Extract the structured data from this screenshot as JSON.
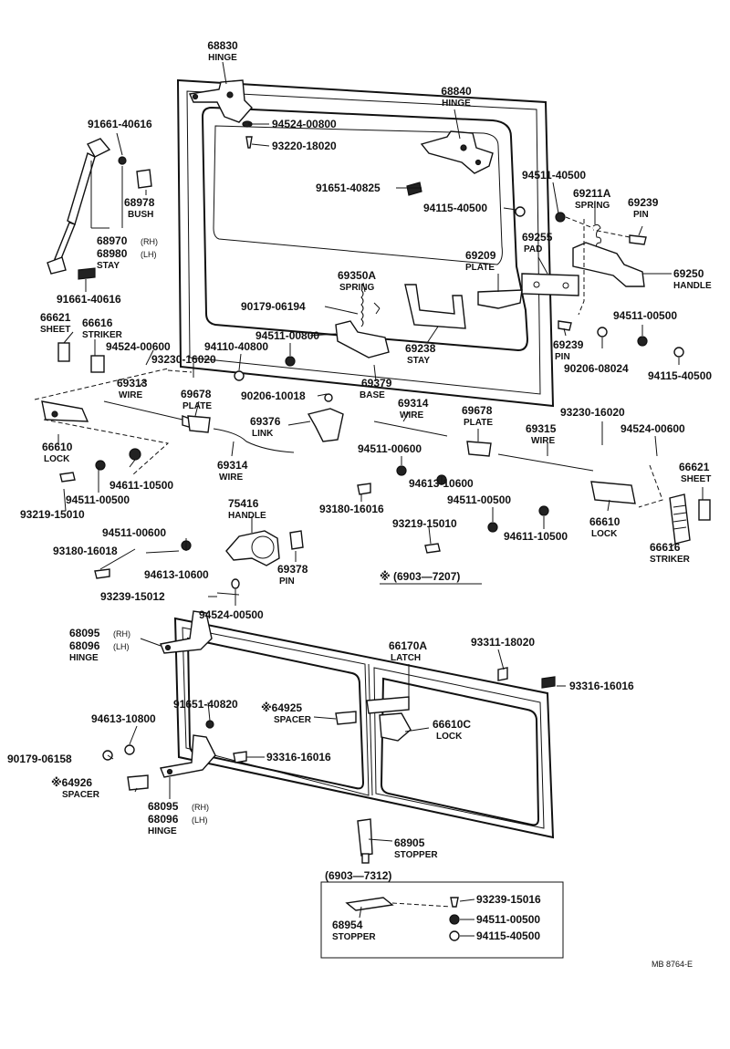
{
  "callouts": [
    {
      "id": "c1",
      "lines": [
        "68830",
        "HINGE"
      ]
    },
    {
      "id": "c2",
      "lines": [
        "68840",
        "HINGE"
      ]
    },
    {
      "id": "c3",
      "lines": [
        "91661-40616"
      ]
    },
    {
      "id": "c4",
      "lines": [
        "94524-00800"
      ]
    },
    {
      "id": "c5",
      "lines": [
        "93220-18020"
      ]
    },
    {
      "id": "c6",
      "lines": [
        "94511-40500"
      ]
    },
    {
      "id": "c7",
      "lines": [
        "91651-40825"
      ]
    },
    {
      "id": "c8",
      "lines": [
        "94115-40500"
      ]
    },
    {
      "id": "c9",
      "lines": [
        "69211A",
        "SPRING"
      ]
    },
    {
      "id": "c10",
      "lines": [
        "69239",
        "PIN"
      ]
    },
    {
      "id": "c11",
      "lines": [
        "68978",
        "BUSH"
      ]
    },
    {
      "id": "c12",
      "lines": [
        "68970",
        "68980",
        "STAY"
      ],
      "subs": [
        "(RH)",
        "(LH)"
      ]
    },
    {
      "id": "c13",
      "lines": [
        "69255",
        "PAD"
      ]
    },
    {
      "id": "c14",
      "lines": [
        "69209",
        "PLATE"
      ]
    },
    {
      "id": "c15",
      "lines": [
        "69250",
        "HANDLE"
      ]
    },
    {
      "id": "c16",
      "lines": [
        "69350A",
        "SPRING"
      ]
    },
    {
      "id": "c17",
      "lines": [
        "91661-40616"
      ]
    },
    {
      "id": "c18",
      "lines": [
        "90179-06194"
      ]
    },
    {
      "id": "c19",
      "lines": [
        "66621",
        "SHEET"
      ]
    },
    {
      "id": "c20",
      "lines": [
        "66616",
        "STRIKER"
      ]
    },
    {
      "id": "c21",
      "lines": [
        "94524-00600"
      ]
    },
    {
      "id": "c22",
      "lines": [
        "93230-16020"
      ]
    },
    {
      "id": "c23",
      "lines": [
        "94511-00800"
      ]
    },
    {
      "id": "c24",
      "lines": [
        "94110-40800"
      ]
    },
    {
      "id": "c25",
      "lines": [
        "69238",
        "STAY"
      ]
    },
    {
      "id": "c26",
      "lines": [
        "94511-00500"
      ]
    },
    {
      "id": "c27",
      "lines": [
        "69239",
        "PIN"
      ]
    },
    {
      "id": "c28",
      "lines": [
        "90206-08024"
      ]
    },
    {
      "id": "c29",
      "lines": [
        "94115-40500"
      ]
    },
    {
      "id": "c30",
      "lines": [
        "69313",
        "WIRE"
      ]
    },
    {
      "id": "c31",
      "lines": [
        "69678",
        "PLATE"
      ]
    },
    {
      "id": "c32",
      "lines": [
        "69379",
        "BASE"
      ]
    },
    {
      "id": "c33",
      "lines": [
        "90206-10018"
      ]
    },
    {
      "id": "c34",
      "lines": [
        "69376",
        "LINK"
      ]
    },
    {
      "id": "c35",
      "lines": [
        "69314",
        "WIRE"
      ]
    },
    {
      "id": "c36",
      "lines": [
        "69678",
        "PLATE"
      ]
    },
    {
      "id": "c37",
      "lines": [
        "93230-16020"
      ]
    },
    {
      "id": "c38",
      "lines": [
        "66610",
        "LOCK"
      ]
    },
    {
      "id": "c39",
      "lines": [
        "94611-10500"
      ]
    },
    {
      "id": "c40",
      "lines": [
        "94511-00600"
      ]
    },
    {
      "id": "c41",
      "lines": [
        "94613-10600"
      ]
    },
    {
      "id": "c42",
      "lines": [
        "69315",
        "WIRE"
      ]
    },
    {
      "id": "c43",
      "lines": [
        "94524-00600"
      ]
    },
    {
      "id": "c44",
      "lines": [
        "66621",
        "SHEET"
      ]
    },
    {
      "id": "c45",
      "lines": [
        "94511-00500"
      ]
    },
    {
      "id": "c46",
      "lines": [
        "69314",
        "WIRE"
      ]
    },
    {
      "id": "c47",
      "lines": [
        "93219-15010"
      ]
    },
    {
      "id": "c48",
      "lines": [
        "93180-16016"
      ]
    },
    {
      "id": "c49",
      "lines": [
        "94511-00500"
      ]
    },
    {
      "id": "c50",
      "lines": [
        "93219-15010"
      ]
    },
    {
      "id": "c51",
      "lines": [
        "94611-10500"
      ]
    },
    {
      "id": "c52",
      "lines": [
        "66610",
        "LOCK"
      ]
    },
    {
      "id": "c53",
      "lines": [
        "75416",
        "HANDLE"
      ]
    },
    {
      "id": "c54",
      "lines": [
        "94511-00600"
      ]
    },
    {
      "id": "c55",
      "lines": [
        "93180-16018"
      ]
    },
    {
      "id": "c56",
      "lines": [
        "94613-10600"
      ]
    },
    {
      "id": "c57",
      "lines": [
        "66616",
        "STRIKER"
      ]
    },
    {
      "id": "c58",
      "lines": [
        "69378",
        "PIN"
      ]
    },
    {
      "id": "c59",
      "lines": [
        "93239-15012"
      ]
    },
    {
      "id": "c60",
      "lines": [
        "94524-00500"
      ]
    },
    {
      "id": "c61",
      "lines": [
        "68095",
        "68096",
        "HINGE"
      ],
      "subs": [
        "(RH)",
        "(LH)"
      ]
    },
    {
      "id": "c62",
      "lines": [
        "66170A",
        "LATCH"
      ]
    },
    {
      "id": "c63",
      "lines": [
        "93311-18020"
      ]
    },
    {
      "id": "c64",
      "lines": [
        "91651-40820"
      ]
    },
    {
      "id": "c65",
      "lines": [
        "※64925",
        "SPACER"
      ]
    },
    {
      "id": "c66",
      "lines": [
        "93316-16016"
      ]
    },
    {
      "id": "c67",
      "lines": [
        "94613-10800"
      ]
    },
    {
      "id": "c68",
      "lines": [
        "66610C",
        "LOCK"
      ]
    },
    {
      "id": "c69",
      "lines": [
        "90179-06158"
      ]
    },
    {
      "id": "c70",
      "lines": [
        "93316-16016"
      ]
    },
    {
      "id": "c71",
      "lines": [
        "※64926",
        "SPACER"
      ]
    },
    {
      "id": "c72",
      "lines": [
        "68095",
        "68096",
        "HINGE"
      ],
      "subs": [
        "(RH)",
        "(LH)"
      ]
    },
    {
      "id": "c73",
      "lines": [
        "68905",
        "STOPPER"
      ]
    },
    {
      "id": "c74",
      "lines": [
        "93239-15016"
      ]
    },
    {
      "id": "c75",
      "lines": [
        "68954",
        "STOPPER"
      ]
    },
    {
      "id": "c76",
      "lines": [
        "94511-00500"
      ]
    },
    {
      "id": "c77",
      "lines": [
        "94115-40500"
      ]
    }
  ],
  "notes": {
    "serial_1": "※ (6903—7207)",
    "serial_2": "(6903—7312)",
    "ref_code": "MB  8764-E"
  }
}
